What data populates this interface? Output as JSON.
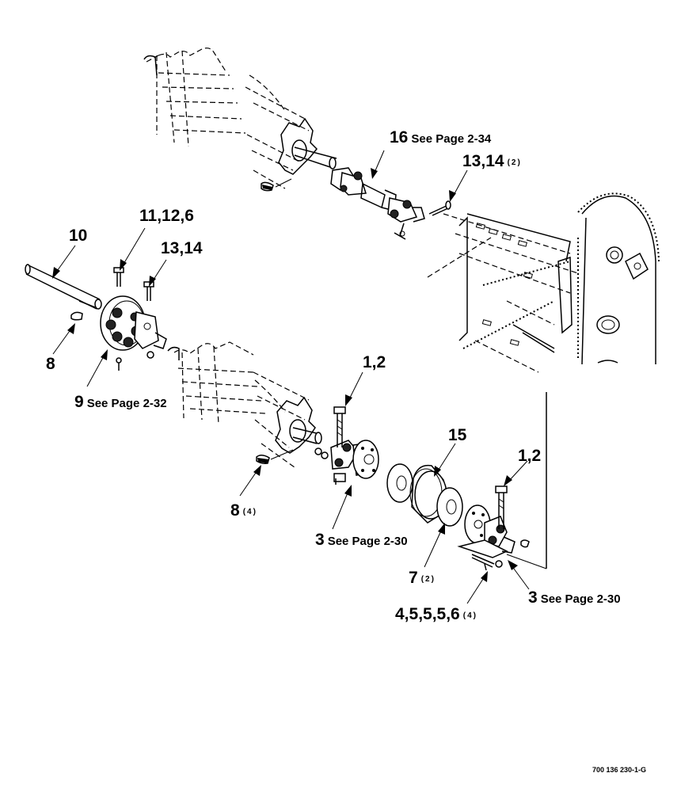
{
  "callouts": {
    "c16": {
      "num": "16",
      "note": "See Page 2-34",
      "qty": ""
    },
    "c13_14_top": {
      "num": "13,14",
      "note": "",
      "qty": "(2)"
    },
    "c10": {
      "num": "10",
      "note": "",
      "qty": ""
    },
    "c11_12_6": {
      "num": "11,12,6",
      "note": "",
      "qty": ""
    },
    "c13_14_left": {
      "num": "13,14",
      "note": "",
      "qty": ""
    },
    "c8_left": {
      "num": "8",
      "note": "",
      "qty": ""
    },
    "c9": {
      "num": "9",
      "note": "See Page 2-32",
      "qty": ""
    },
    "c1_2_mid": {
      "num": "1,2",
      "note": "",
      "qty": ""
    },
    "c15": {
      "num": "15",
      "note": "",
      "qty": ""
    },
    "c1_2_right": {
      "num": "1,2",
      "note": "",
      "qty": ""
    },
    "c8_qty": {
      "num": "8",
      "note": "",
      "qty": "(4)"
    },
    "c3_mid": {
      "num": "3",
      "note": "See Page 2-30",
      "qty": ""
    },
    "c7": {
      "num": "7",
      "note": "",
      "qty": "(2)"
    },
    "c4_5_6": {
      "num": "4,5,5,5,6",
      "note": "",
      "qty": "(4)"
    },
    "c3_right": {
      "num": "3",
      "note": "See Page 2-30",
      "qty": ""
    }
  },
  "figure_id": "700 136 230-1-G"
}
